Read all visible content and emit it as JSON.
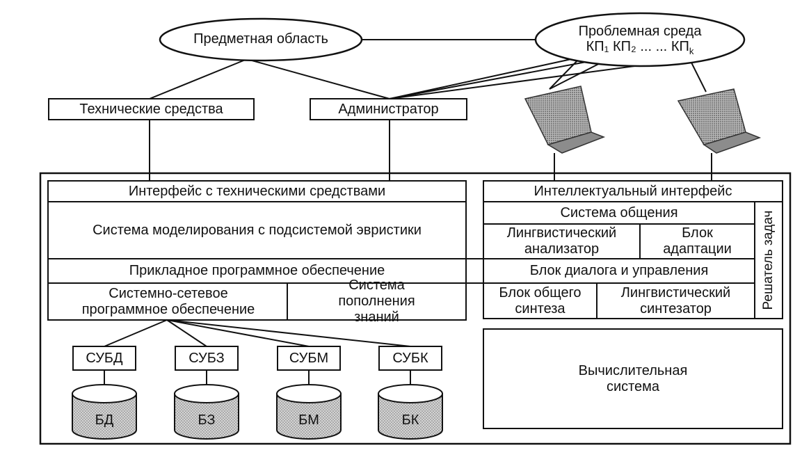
{
  "domain_area": "Предметная область",
  "problem_env": {
    "title": "Проблемная среда",
    "kp1": "КП₁",
    "kp2": "КП₂",
    "dots": "... ...",
    "kpk": "КП",
    "kpk_sub": "k"
  },
  "tech_means": "Технические средства",
  "admin": "Администратор",
  "left": {
    "tech_interface": "Интерфейс с техническими средствами",
    "modeling": "Система моделирования с подсистемой эвристики",
    "applied_sw": "Прикладное программное обеспечение",
    "system_net_sw": "Системно-сетевое программное обеспечение",
    "knowledge_fill": "Система пополнения знаний"
  },
  "right": {
    "intel_interface": "Интеллектуальный интерфейс",
    "communication": "Система общения",
    "ling_analyzer": "Лингвистический анализатор",
    "adaptation": "Блок адаптации",
    "dialog": "Блок диалога и управления",
    "synthesis": "Блок общего синтеза",
    "ling_synth": "Лингвистический синтезатор",
    "solver": "Решатель задач",
    "computing": "Вычислительная система"
  },
  "dbms": [
    {
      "label": "СУБД",
      "store": "БД"
    },
    {
      "label": "СУБЗ",
      "store": "БЗ"
    },
    {
      "label": "СУБМ",
      "store": "БМ"
    },
    {
      "label": "СУБК",
      "store": "БК"
    }
  ],
  "colors": {
    "stroke": "#111111",
    "db_fill": "#c8c8c8",
    "laptop": "#9a9a9a"
  },
  "icons": [
    "laptop-icon",
    "database-icon"
  ]
}
